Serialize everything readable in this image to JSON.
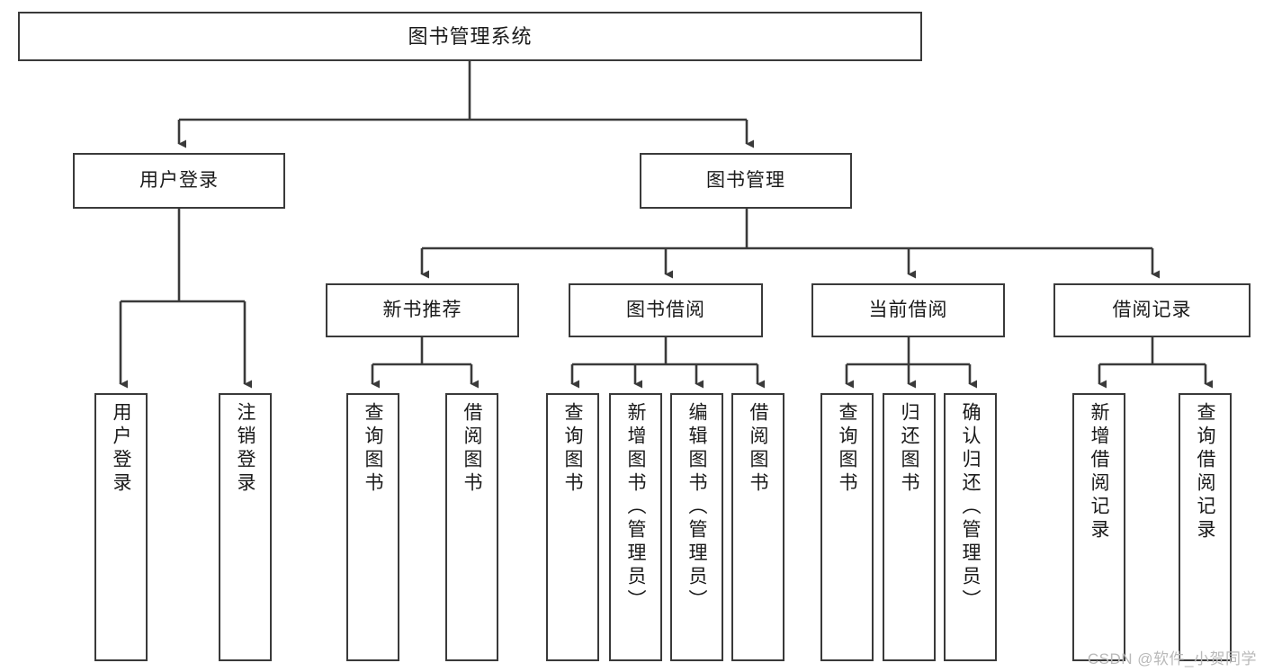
{
  "diagram": {
    "title": "图书管理系统",
    "type": "hierarchy-tree",
    "root": {
      "id": "root",
      "label": "图书管理系统"
    },
    "level2": [
      {
        "id": "user-login",
        "label": "用户登录"
      },
      {
        "id": "book-manage",
        "label": "图书管理"
      }
    ],
    "level3": [
      {
        "id": "new-book-recommend",
        "label": "新书推荐",
        "parent": "book-manage"
      },
      {
        "id": "book-borrow",
        "label": "图书借阅",
        "parent": "book-manage"
      },
      {
        "id": "current-borrow",
        "label": "当前借阅",
        "parent": "book-manage"
      },
      {
        "id": "borrow-record",
        "label": "借阅记录",
        "parent": "book-manage"
      }
    ],
    "leaves": [
      {
        "id": "leaf-user-login",
        "label": "用户登录",
        "parent": "user-login"
      },
      {
        "id": "leaf-logout-login",
        "label": "注销登录",
        "parent": "user-login"
      },
      {
        "id": "leaf-query-book-1",
        "label": "查询图书",
        "parent": "new-book-recommend"
      },
      {
        "id": "leaf-borrow-book-1",
        "label": "借阅图书",
        "parent": "new-book-recommend"
      },
      {
        "id": "leaf-query-book-2",
        "label": "查询图书",
        "parent": "book-borrow"
      },
      {
        "id": "leaf-add-book",
        "label": "新增图书（管理员）",
        "parent": "book-borrow"
      },
      {
        "id": "leaf-edit-book",
        "label": "编辑图书（管理员）",
        "parent": "book-borrow"
      },
      {
        "id": "leaf-borrow-book-2",
        "label": "借阅图书",
        "parent": "book-borrow"
      },
      {
        "id": "leaf-query-book-3",
        "label": "查询图书",
        "parent": "current-borrow"
      },
      {
        "id": "leaf-return-book",
        "label": "归还图书",
        "parent": "current-borrow"
      },
      {
        "id": "leaf-confirm-return",
        "label": "确认归还（管理员）",
        "parent": "current-borrow"
      },
      {
        "id": "leaf-add-record",
        "label": "新增借阅记录",
        "parent": "borrow-record"
      },
      {
        "id": "leaf-query-record",
        "label": "查询借阅记录",
        "parent": "borrow-record"
      }
    ]
  },
  "watermark": {
    "text": "CSDN @软件_小贺同学"
  },
  "colors": {
    "box_border": "#3a3a3a",
    "background": "#ffffff",
    "text": "#1a1a1a",
    "connector": "#3a3a3a",
    "watermark": "#b9b9b9"
  }
}
